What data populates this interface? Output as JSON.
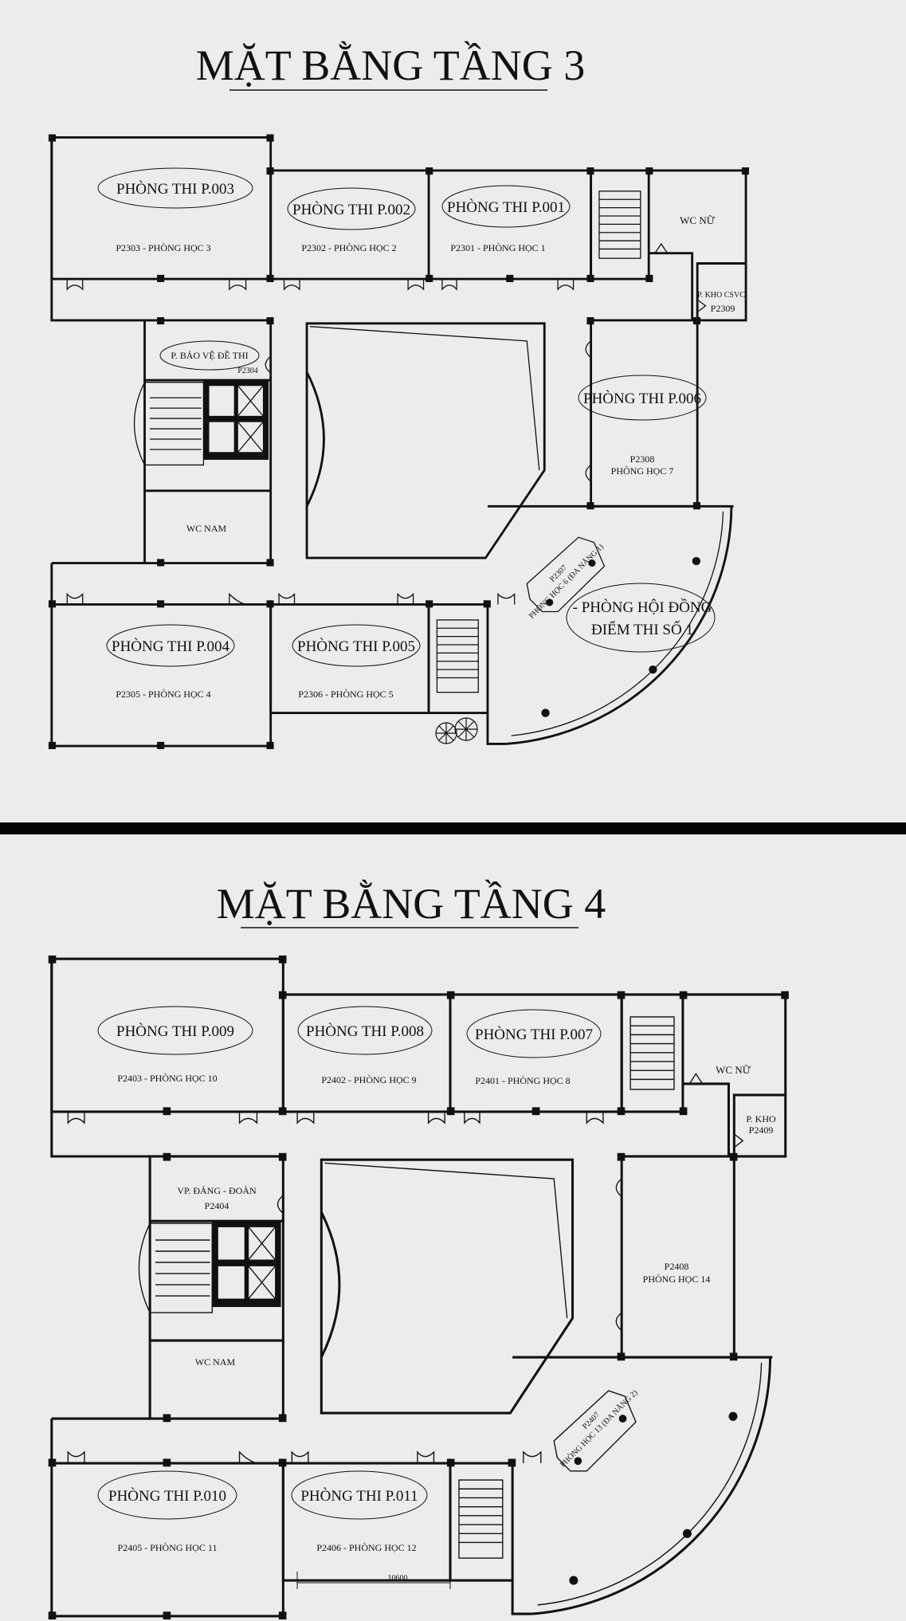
{
  "floor3": {
    "title": "MẶT BẰNG TẦNG 3",
    "rooms": {
      "p003": {
        "exam": "PHÒNG THI P.003",
        "label": "P2303 - PHÒNG HỌC 3"
      },
      "p002": {
        "exam": "PHÒNG THI P.002",
        "label": "P2302 - PHÒNG HỌC 2"
      },
      "p001": {
        "exam": "PHÒNG THI P.001",
        "label": "P2301 - PHÒNG HỌC 1"
      },
      "wc_nu": "WC NỮ",
      "kho": {
        "name": "P. KHO CSVC",
        "code": "P2309"
      },
      "bao_ve": {
        "name": "P. BẢO VỆ ĐỀ THI",
        "code": "P2304"
      },
      "wc_nam": "WC NAM",
      "p006": {
        "exam": "PHÒNG THI P.006",
        "code": "P2308",
        "label": "PHÒNG HỌC 7"
      },
      "da_nang": {
        "code": "P2307",
        "label": "PHÒNG HỌC 6 (ĐA NĂNG 1)"
      },
      "hoi_dong": {
        "line1": "- PHÒNG HỘI ĐỒNG",
        "line2": "ĐIỂM THI SỐ 1"
      },
      "p004": {
        "exam": "PHÒNG THI P.004",
        "label": "P2305 - PHÒNG HỌC 4"
      },
      "p005": {
        "exam": "PHÒNG THI P.005",
        "label": "P2306 - PHÒNG HỌC 5"
      }
    }
  },
  "floor4": {
    "title": "MẶT BẰNG TẦNG 4",
    "rooms": {
      "p009": {
        "exam": "PHÒNG THI P.009",
        "label": "P2403 - PHÒNG HỌC 10"
      },
      "p008": {
        "exam": "PHÒNG THI P.008",
        "label": "P2402 - PHÒNG HỌC 9"
      },
      "p007": {
        "exam": "PHÒNG THI P.007",
        "label": "P2401 - PHÒNG HỌC 8"
      },
      "wc_nu": "WC NỮ",
      "kho": {
        "name": "P. KHO",
        "code": "P2409"
      },
      "dang_doan": {
        "name": "VP. ĐẢNG - ĐOÀN",
        "code": "P2404"
      },
      "wc_nam": "WC NAM",
      "p2408": {
        "code": "P2408",
        "label": "PHÒNG HỌC 14"
      },
      "da_nang": {
        "code": "P2407",
        "label": "PHÒNG HỌC 13 (ĐA NĂNG 2)"
      },
      "p010": {
        "exam": "PHÒNG THI P.010",
        "label": "P2405 - PHÒNG HỌC 11"
      },
      "p011": {
        "exam": "PHÒNG THI P.011",
        "label": "P2406 - PHÒNG HỌC 12"
      },
      "dimension": "10600"
    }
  }
}
